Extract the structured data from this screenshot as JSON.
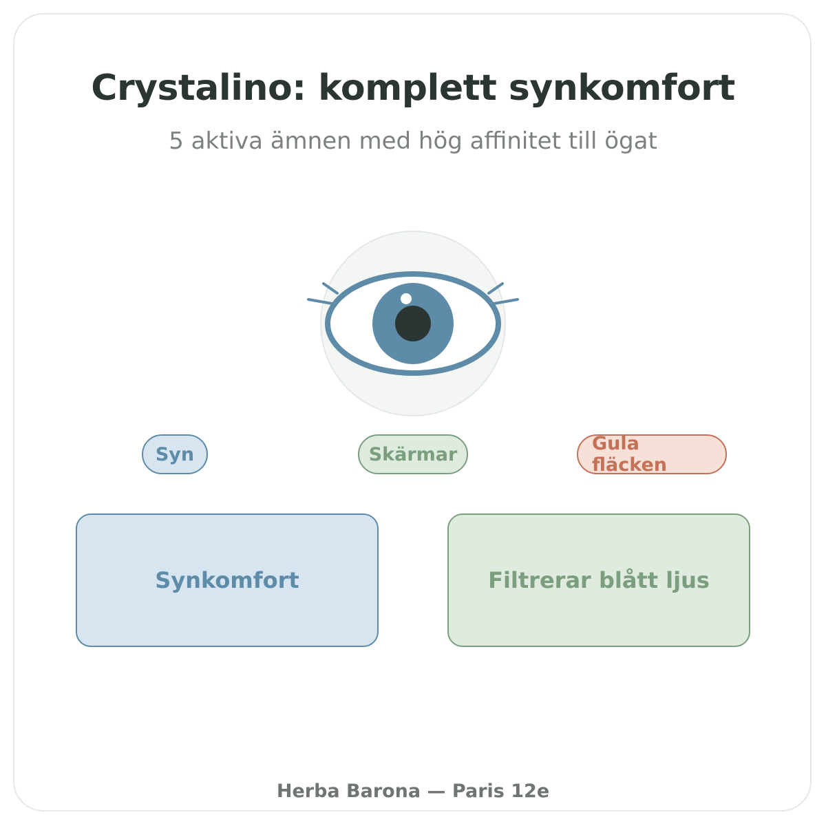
{
  "header": {
    "title": "Crystalino: komplett synkomfort",
    "subtitle": "5 aktiva ämnen med hög affinitet till ögat"
  },
  "illustration": {
    "icon": "eye-icon",
    "colors": {
      "halo": "#f3f6f3",
      "halo_border": "#e3e8e4",
      "eye_outline": "#5e8ba8",
      "iris": "#5e8ba8",
      "pupil": "#2b3633",
      "sclera": "#ffffff"
    }
  },
  "tags": [
    {
      "label": "Syn",
      "color": "#5e8ba8"
    },
    {
      "label": "Skärmar",
      "color": "#7a9e7e"
    },
    {
      "label": "Gula fläcken",
      "color": "#c47157"
    }
  ],
  "benefits": [
    {
      "label": "Synkomfort",
      "color": "#5e8ba8"
    },
    {
      "label": "Filtrerar blått ljus",
      "color": "#7a9e7e"
    }
  ],
  "footer": {
    "text": "Herba Barona — Paris 12e"
  }
}
